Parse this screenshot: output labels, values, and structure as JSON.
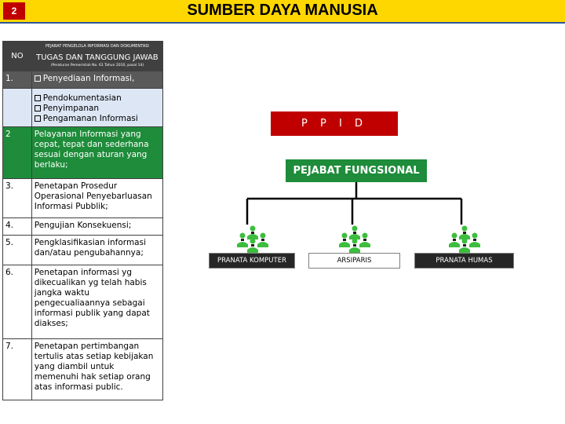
{
  "header": {
    "slide_number": "2",
    "title": "SUMBER DAYA MANUSIA"
  },
  "table": {
    "col_no": "NO",
    "col_small": "PEJABAT PENGELOLA INFORMASI DAN DOKUMENTASI",
    "col_main": "TUGAS DAN TANGGUNG JAWAB",
    "col_note": "(Peraturan Pemerintah No. 61 Tahun 2010, pasal 14)",
    "rows": [
      {
        "no": "1.",
        "items": [
          "Penyediaan Informasi,"
        ]
      },
      {
        "no": "",
        "items": [
          "Pendokumentasian",
          "Penyimpanan",
          "Pengamanan Informasi"
        ]
      },
      {
        "no": "2",
        "text": "Pelayanan Informasi  yang cepat, tepat dan sederhana sesuai dengan aturan yang berlaku;"
      },
      {
        "no": "3.",
        "text": "Penetapan Prosedur Operasional Penyebarluasan Informasi Pubblik;"
      },
      {
        "no": "4.",
        "text": "Pengujian Konsekuensi;"
      },
      {
        "no": "5.",
        "text": "Pengklasifikasian informasi dan/atau pengubahannya;"
      },
      {
        "no": "6.",
        "text": "Penetapan informasi yg dikecualikan yg telah habis jangka waktu pengecualiaannya sebagai informasi publik  yang dapat diakses;"
      },
      {
        "no": "7.",
        "text": "Penetapan pertimbangan tertulis atas setiap kebijakan yang diambil untuk memenuhi hak setiap orang atas informasi public."
      }
    ]
  },
  "org": {
    "top": "P P I D",
    "middle": "PEJABAT FUNGSIONAL",
    "roles": [
      "PRANATA KOMPUTER",
      "ARSIPARIS",
      "PRANATA HUMAS"
    ],
    "colors": {
      "ppid": "#c00000",
      "fungsional": "#1e8c3a",
      "people_icon": "#3dbd3d"
    }
  },
  "icons": {
    "role_group": "people-group-icon",
    "checkbox": "checkbox-icon"
  }
}
